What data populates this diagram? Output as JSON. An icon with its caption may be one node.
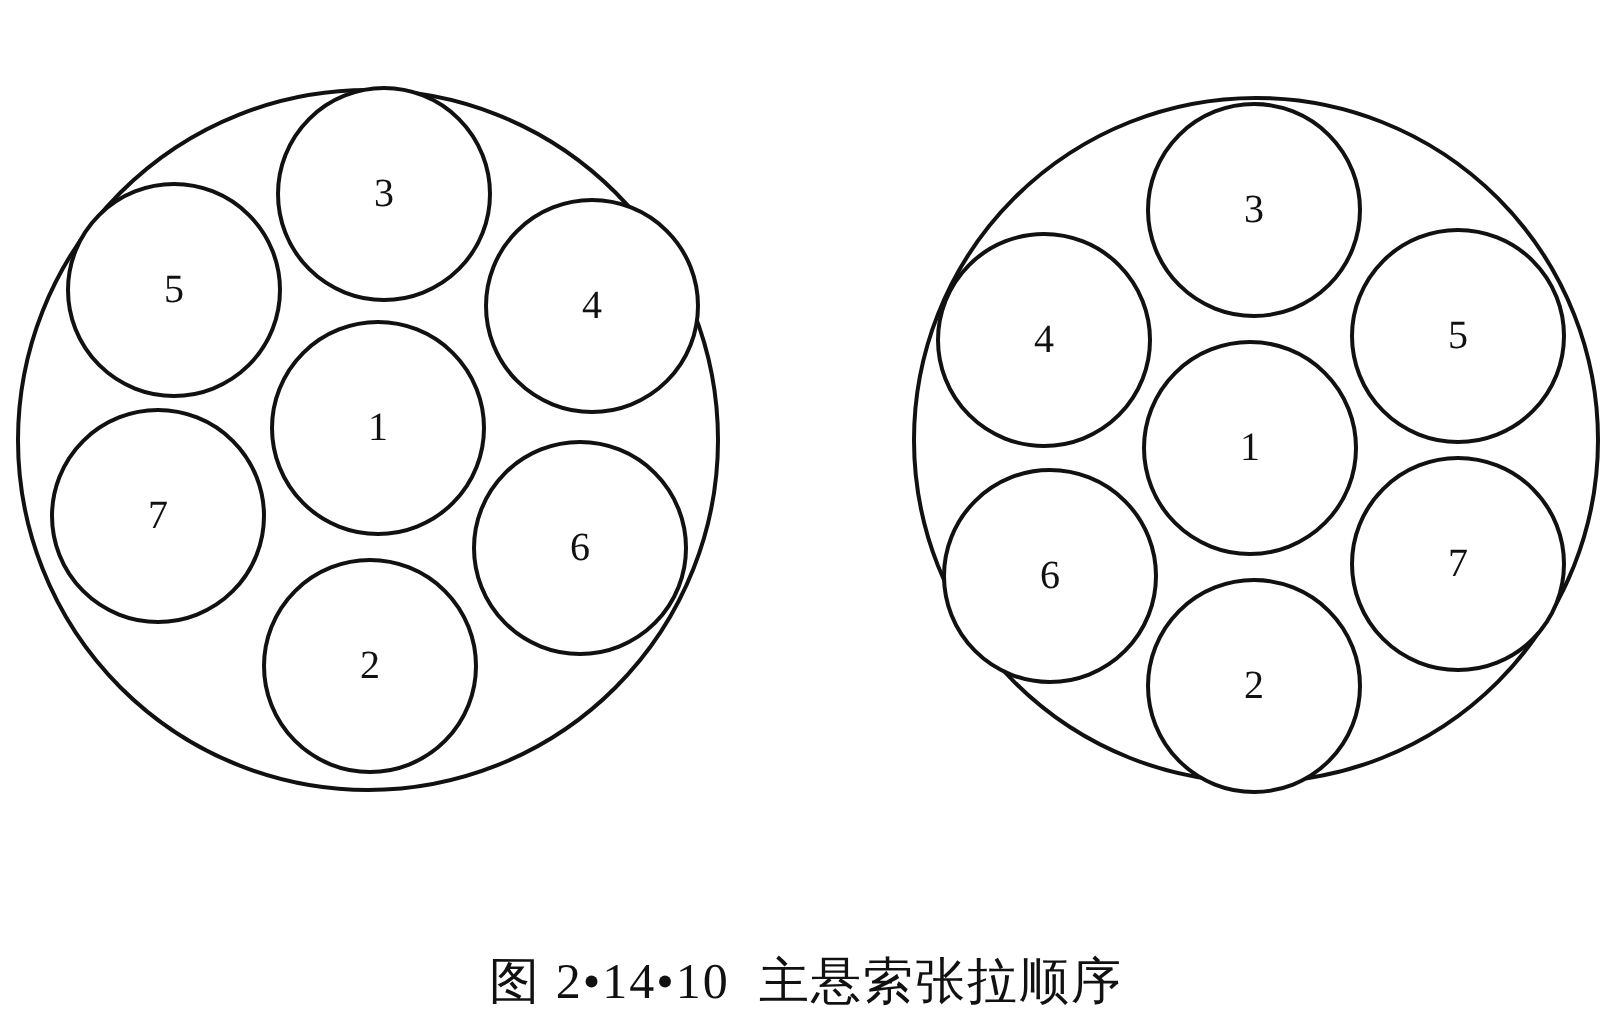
{
  "diagram": {
    "caption": "图 2•14•10  主悬索张拉顺序",
    "nodes": [
      {
        "text": [],
        "shape": "circle"
      },
      {
        "text": [
          "3"
        ],
        "in": 0
      },
      {
        "text": [
          "5"
        ],
        "in": 0
      },
      {
        "text": [
          "4"
        ],
        "in": 0
      },
      {
        "text": [
          "1"
        ],
        "in": 0
      },
      {
        "text": [
          "7"
        ],
        "in": 0
      },
      {
        "text": [
          "6"
        ],
        "in": 0
      },
      {
        "text": [
          "2"
        ],
        "in": 0
      },
      {
        "text": [],
        "shape": "circle"
      },
      {
        "text": [
          "3"
        ],
        "in": 8
      },
      {
        "text": [
          "4"
        ],
        "in": 8
      },
      {
        "text": [
          "5"
        ],
        "in": 8
      },
      {
        "text": [
          "1"
        ],
        "in": 8
      },
      {
        "text": [
          "6"
        ],
        "in": 8
      },
      {
        "text": [
          "7"
        ],
        "in": 8
      },
      {
        "text": [
          "2"
        ],
        "in": 8
      }
    ]
  }
}
